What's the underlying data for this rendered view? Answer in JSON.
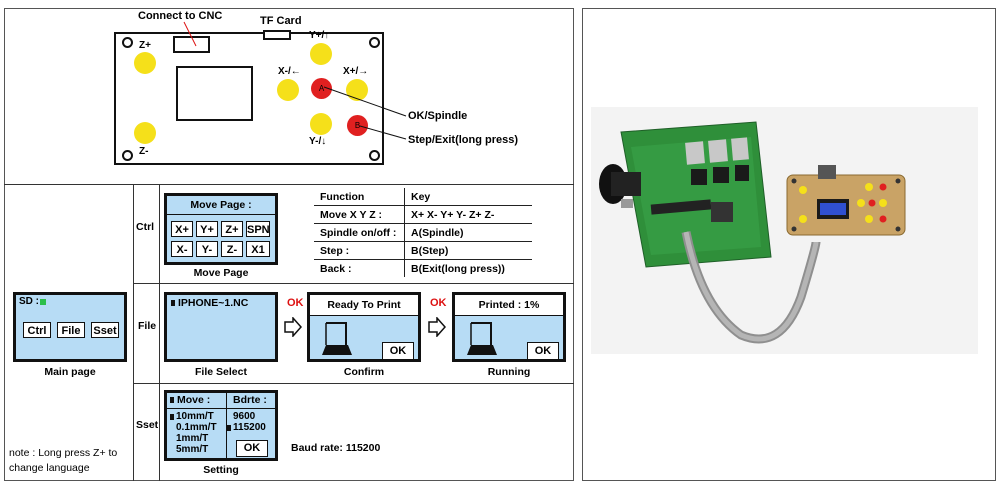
{
  "board": {
    "connect_label": "Connect to CNC",
    "tf_label": "TF Card",
    "zplus": "Z+",
    "zminus": "Z-",
    "yplus": "Y+/↑",
    "yminus": "Y-/↓",
    "xminus": "X-/←",
    "xplus": "X+/→",
    "btn_a": "A",
    "btn_b": "B",
    "ok_spindle": "OK/Spindle",
    "step_exit": "Step/Exit(long press)"
  },
  "main_page": {
    "sd_label": "SD :",
    "buttons": [
      "Ctrl",
      "File",
      "Sset"
    ],
    "caption": "Main page",
    "note": "note : Long press Z+ to change language"
  },
  "ctrl": {
    "row_label": "Ctrl",
    "screen_title": "Move Page :",
    "keys_row1": [
      "X+",
      "Y+",
      "Z+",
      "SPN"
    ],
    "keys_row2": [
      "X-",
      "Y-",
      "Z-",
      "X1"
    ],
    "caption": "Move Page",
    "table": {
      "headers": [
        "Function",
        "Key"
      ],
      "rows": [
        [
          "Move X Y Z :",
          "X+  X-  Y+  Y-  Z+  Z-"
        ],
        [
          "Spindle on/off :",
          "A(Spindle)"
        ],
        [
          "Step :",
          "B(Step)"
        ],
        [
          "Back :",
          "B(Exit(long press))"
        ]
      ]
    }
  },
  "file": {
    "row_label": "File",
    "file_name": "IPHONE~1.NC",
    "select_caption": "File Select",
    "ok1": "OK",
    "confirm_title": "Ready To Print",
    "confirm_ok": "OK",
    "confirm_caption": "Confirm",
    "ok2": "OK",
    "running_title": "Printed : 1%",
    "running_ok": "OK",
    "running_caption": "Running"
  },
  "sset": {
    "row_label": "Sset",
    "move_header": "Move :",
    "baud_header": "Bdrte :",
    "move_values": [
      "10mm/T",
      "0.1mm/T",
      "1mm/T",
      "5mm/T"
    ],
    "baud_values": [
      "9600",
      "115200"
    ],
    "ok": "OK",
    "caption": "Setting",
    "baud_note": "Baud rate: 115200"
  },
  "colors": {
    "lcd": "#b7dcf5",
    "yellow_button": "#f5e01a",
    "red_button": "#e02020"
  }
}
